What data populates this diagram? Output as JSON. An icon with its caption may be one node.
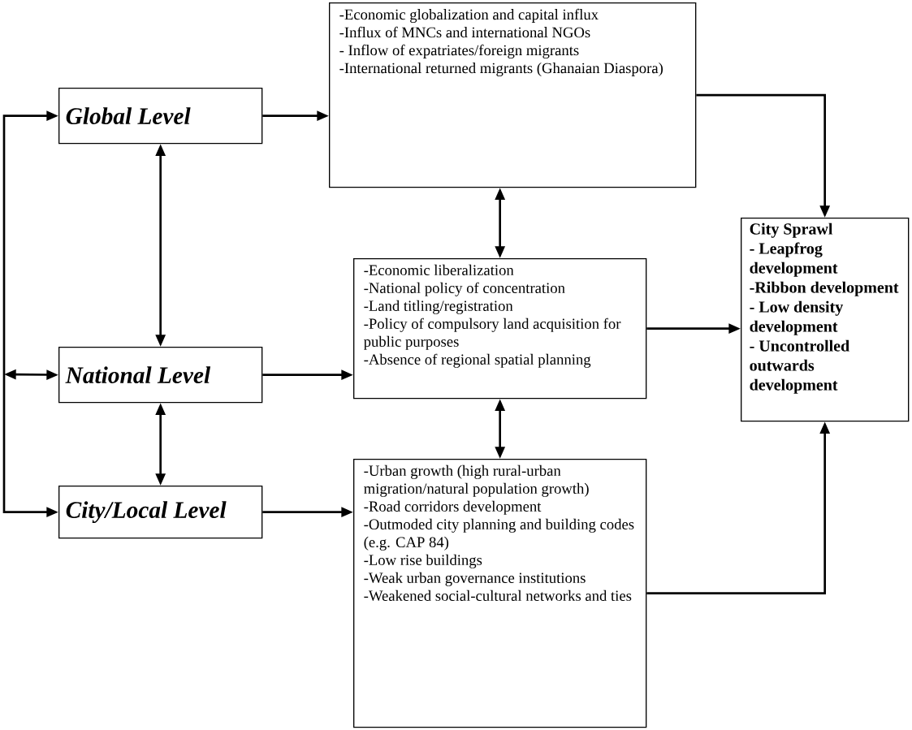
{
  "diagram": {
    "nodes": [
      {
        "text": [
          "Global Level"
        ]
      },
      {
        "text": [
          "-Economic globalization and capital influx",
          "-Influx of MNCs and international NGOs",
          "- Inflow of expatriates/foreign migrants",
          "-International returned migrants (Ghanaian Diaspora)"
        ]
      },
      {
        "text": [
          "National Level"
        ]
      },
      {
        "text": [
          "-Economic liberalization",
          "-National policy of concentration",
          "-Land titling/registration",
          "-Policy of compulsory land acquisition for public purposes",
          "-Absence of regional spatial planning"
        ]
      },
      {
        "text": [
          "City Sprawl",
          "- Leapfrog development",
          "-Ribbon development",
          "- Low density development",
          "- Uncontrolled outwards development"
        ]
      },
      {
        "text": [
          "City/Local Level"
        ]
      },
      {
        "text": [
          "-Urban growth (high rural-urban migration/natural population growth)",
          "-Road corridors development",
          "-Outmoded city planning and building codes (e.g. CAP 84)",
          "-Low rise buildings",
          "-Weak urban governance institutions",
          "-Weakened social-cultural networks and ties"
        ]
      }
    ],
    "edges": [
      {
        "from": 0,
        "to": 1,
        "arrow": "to"
      },
      {
        "from": 1,
        "to": 4,
        "arrow": "to"
      },
      {
        "from": 1,
        "to": 3,
        "arrow": "both"
      },
      {
        "from": 0,
        "to": 2,
        "arrow": "both"
      },
      {
        "from": 2,
        "to": 3,
        "arrow": "to"
      },
      {
        "from": 3,
        "to": 4,
        "arrow": "to"
      },
      {
        "from": 3,
        "to": 6,
        "arrow": "both"
      },
      {
        "from": 2,
        "to": 5,
        "arrow": "both"
      },
      {
        "from": 5,
        "to": 6,
        "arrow": "to"
      },
      {
        "from": 6,
        "to": 4,
        "arrow": "to"
      },
      {
        "from": null,
        "to": 0,
        "arrow": "to"
      },
      {
        "from": null,
        "to": 5,
        "arrow": "to"
      },
      {
        "from": null,
        "to": 2,
        "arrow": "both"
      }
    ]
  }
}
